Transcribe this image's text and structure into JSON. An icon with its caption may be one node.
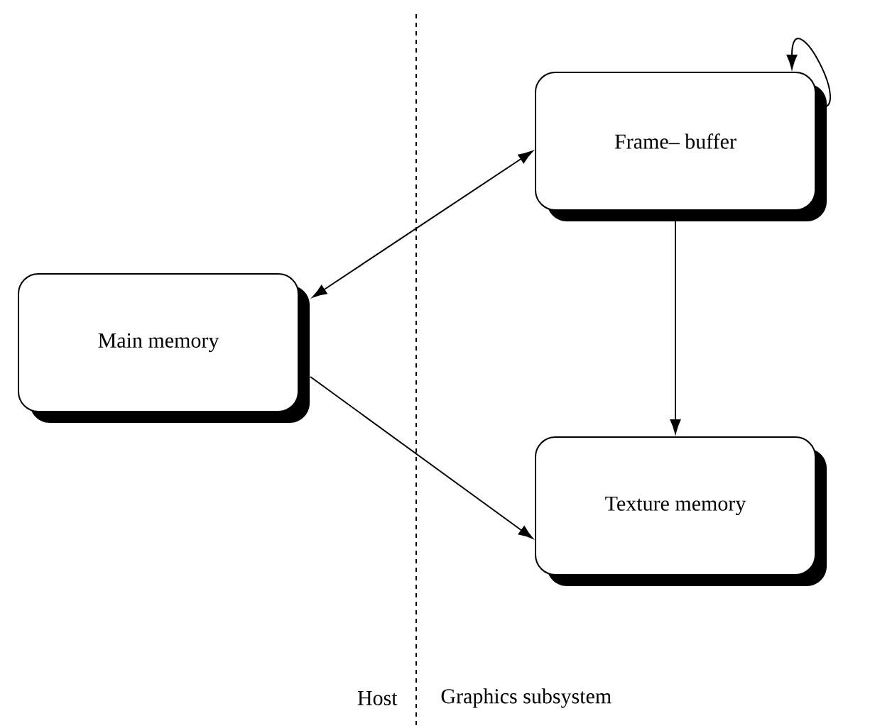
{
  "diagram": {
    "nodes": [
      {
        "text": [
          "Main memory"
        ]
      },
      {
        "text": [
          "Frame– buffer"
        ]
      },
      {
        "text": [
          "Texture memory"
        ]
      }
    ],
    "edges": [
      {
        "from": 0,
        "to": 1,
        "arrow": "both"
      },
      {
        "from": 1,
        "to": 2,
        "arrow": "to"
      },
      {
        "from": 0,
        "to": 2,
        "arrow": "to"
      },
      {
        "from": 1,
        "to": 1,
        "arrow": "to"
      }
    ],
    "labels": [
      "Host",
      "Graphics subsystem"
    ]
  }
}
